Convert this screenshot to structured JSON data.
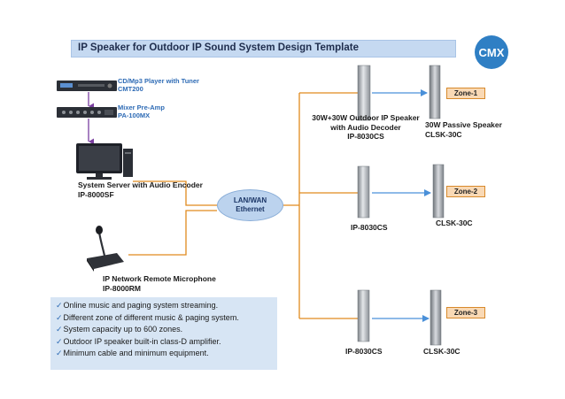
{
  "title": "IP Speaker for Outdoor IP Sound System Design Template",
  "logo": "CMX",
  "devices": {
    "cd_player": {
      "name": "CD/Mp3 Player with Tuner",
      "model": "CMT200"
    },
    "preamp": {
      "name": "Mixer Pre-Amp",
      "model": "PA-100MX"
    },
    "server": {
      "name": "System Server with Audio Encoder",
      "model": "IP-8000SF"
    },
    "microphone": {
      "name": "IP Network Remote Microphone",
      "model": "IP-8000RM"
    },
    "network": {
      "line1": "LAN/WAN",
      "line2": "Ethernet"
    }
  },
  "zones": [
    {
      "label": "Zone-1",
      "ip_speaker_name": "30W+30W Outdoor IP Speaker",
      "ip_speaker_name2": "with Audio Decoder",
      "ip_speaker_model": "IP-8030CS",
      "passive_name": "30W Passive Speaker",
      "passive_model": "CLSK-30C"
    },
    {
      "label": "Zone-2",
      "ip_speaker_model": "IP-8030CS",
      "passive_model": "CLSK-30C"
    },
    {
      "label": "Zone-3",
      "ip_speaker_model": "IP-8030CS",
      "passive_model": "CLSK-30C"
    }
  ],
  "features": [
    "Online music and paging system streaming.",
    "Different zone of different music & paging system.",
    "System capacity up to 600 zones.",
    "Outdoor IP  speaker built-in class-D amplifier.",
    "Minimum cable and minimum equipment."
  ],
  "colors": {
    "link": "#e08a1e",
    "audio": "#7a3fa0",
    "accent": "#2e6bb5"
  }
}
